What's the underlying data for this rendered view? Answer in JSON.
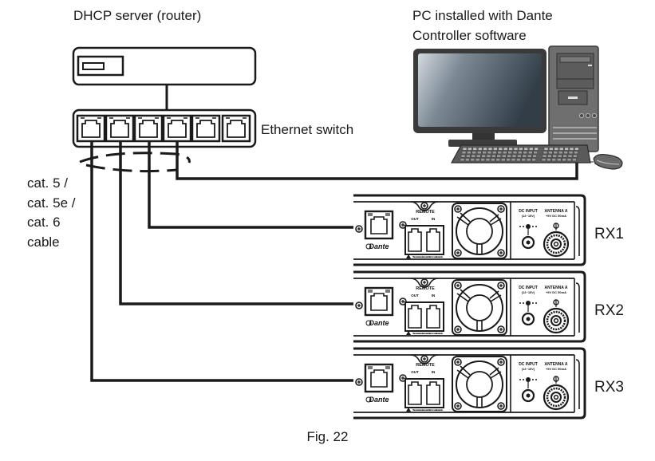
{
  "figure": {
    "caption": "Fig. 22",
    "dhcp_server": {
      "label": "DHCP server (router)"
    },
    "ethernet_switch": {
      "label": "Ethernet switch",
      "port_count": 6,
      "connected_ports": 4
    },
    "pc": {
      "label_line1": "PC installed with Dante",
      "label_line2": "Controller software"
    },
    "cable": {
      "lines": [
        "cat. 5 /",
        "cat. 5e /",
        "cat. 6",
        "cable"
      ]
    },
    "receivers": [
      {
        "id": "RX1",
        "dante_logo": "Dante",
        "remote_label": "REMOTE",
        "remote_out": "OUT",
        "remote_in": "IN",
        "dc_input_label": "DC INPUT",
        "dc_input_range": "(12~15V)",
        "antenna_label": "ANTENNA A",
        "antenna_sub": "+9V DC 50mA",
        "warning": "This connector can not be connected to telecommunication networks."
      },
      {
        "id": "RX2",
        "dante_logo": "Dante",
        "remote_label": "REMOTE",
        "remote_out": "OUT",
        "remote_in": "IN",
        "dc_input_label": "DC INPUT",
        "dc_input_range": "(12~15V)",
        "antenna_label": "ANTENNA A",
        "antenna_sub": "+9V DC 50mA",
        "warning": "This connector can not be connected to telecommunication networks."
      },
      {
        "id": "RX3",
        "dante_logo": "Dante",
        "remote_label": "REMOTE",
        "remote_out": "OUT",
        "remote_in": "IN",
        "dc_input_label": "DC INPUT",
        "dc_input_range": "(12~15V)",
        "antenna_label": "ANTENNA A",
        "antenna_sub": "+9V DC 50mA",
        "warning": "This connector can not be connected to telecommunication networks."
      }
    ]
  },
  "colors": {
    "line": "#1a1a1a",
    "screen_light": "#c9d0d6",
    "screen_dark": "#34404b",
    "pc_body": "#6b6b6b",
    "pc_body_light": "#9a9a9a"
  }
}
